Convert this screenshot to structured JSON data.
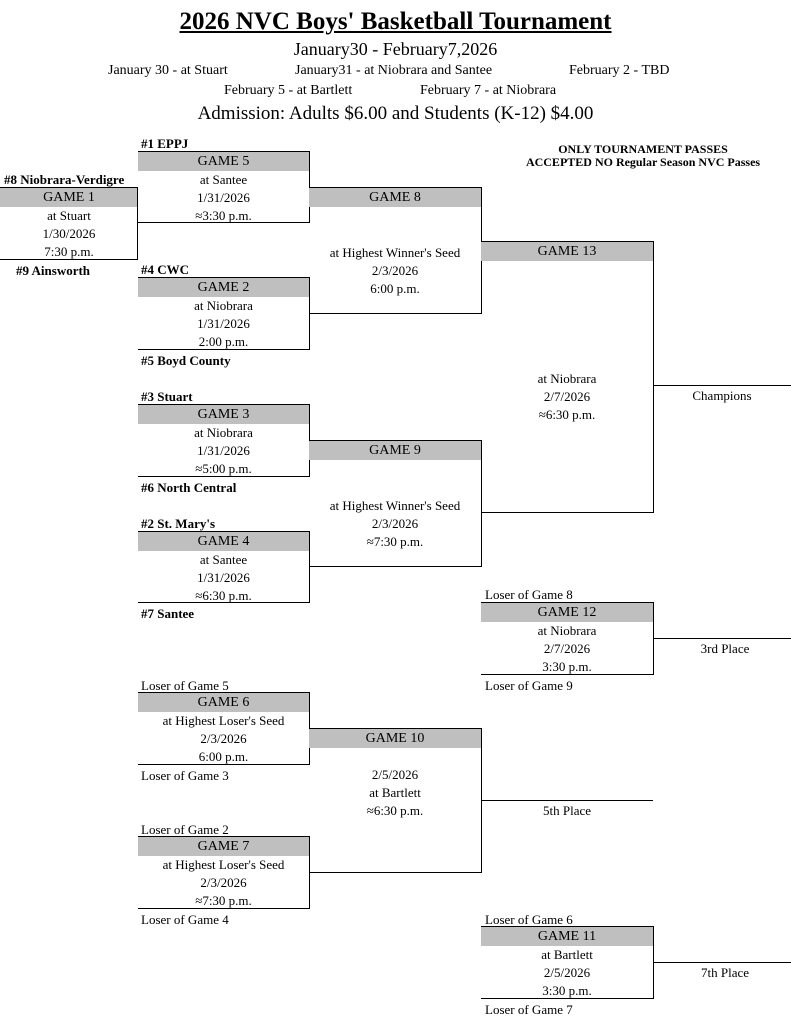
{
  "header": {
    "title": "2026 NVC Boys' Basketball Tournament",
    "dates": "January30 - February7,2026",
    "schedule": [
      "January 30 - at Stuart",
      "January31 - at Niobrara and Santee",
      "February 2 - TBD",
      "February 5 - at Bartlett",
      "February 7 - at Niobrara"
    ],
    "admission": "Admission: Adults $6.00 and Students (K-12) $4.00",
    "passes_line1": "ONLY TOURNAMENT PASSES",
    "passes_line2": "ACCEPTED NO Regular Season NVC Passes"
  },
  "teams": {
    "t1": "#1 EPPJ",
    "t8": "#8 Niobrara-Verdigre",
    "t9": "#9 Ainsworth",
    "t4": "#4 CWC",
    "t5": "#5 Boyd County",
    "t3": "#3 Stuart",
    "t6": "#6 North Central",
    "t2": "#2 St. Mary's",
    "t7": "#7 Santee"
  },
  "losers": {
    "l8": "Loser of Game 8",
    "l9": "Loser of Game 9",
    "l5": "Loser of Game 5",
    "l3": "Loser of Game 3",
    "l2": "Loser of Game 2",
    "l4": "Loser of Game 4",
    "l6": "Loser of Game 6",
    "l7": "Loser of Game 7"
  },
  "games": {
    "g1": {
      "label": "GAME 1",
      "site": "at Stuart",
      "date": "1/30/2026",
      "time": "7:30 p.m."
    },
    "g5": {
      "label": "GAME 5",
      "site": "at Santee",
      "date": "1/31/2026",
      "time": "≈3:30 p.m."
    },
    "g2": {
      "label": "GAME 2",
      "site": "at Niobrara",
      "date": "1/31/2026",
      "time": "2:00 p.m."
    },
    "g3": {
      "label": "GAME 3",
      "site": "at Niobrara",
      "date": "1/31/2026",
      "time": "≈5:00 p.m."
    },
    "g4": {
      "label": "GAME 4",
      "site": "at Santee",
      "date": "1/31/2026",
      "time": "≈6:30 p.m."
    },
    "g8": {
      "label": "GAME 8",
      "site": "at Highest Winner's Seed",
      "date": "2/3/2026",
      "time": "6:00 p.m."
    },
    "g9": {
      "label": "GAME 9",
      "site": "at Highest Winner's Seed",
      "date": "2/3/2026",
      "time": "≈7:30 p.m."
    },
    "g13": {
      "label": "GAME 13",
      "site": "at Niobrara",
      "date": "2/7/2026",
      "time": "≈6:30 p.m."
    },
    "g12": {
      "label": "GAME 12",
      "site": "at Niobrara",
      "date": "2/7/2026",
      "time": "3:30 p.m."
    },
    "g6": {
      "label": "GAME 6",
      "site": "at Highest Loser's Seed",
      "date": "2/3/2026",
      "time": "6:00 p.m."
    },
    "g7": {
      "label": "GAME 7",
      "site": "at Highest Loser's Seed",
      "date": "2/3/2026",
      "time": "≈7:30 p.m."
    },
    "g10": {
      "label": "GAME 10",
      "date": "2/5/2026",
      "site": "at Bartlett",
      "time": "≈6:30 p.m."
    },
    "g11": {
      "label": "GAME 11",
      "site": "at Bartlett",
      "date": "2/5/2026",
      "time": "3:30 p.m."
    }
  },
  "places": {
    "champions": "Champions",
    "third": "3rd Place",
    "fifth": "5th Place",
    "seventh": "7th Place"
  }
}
